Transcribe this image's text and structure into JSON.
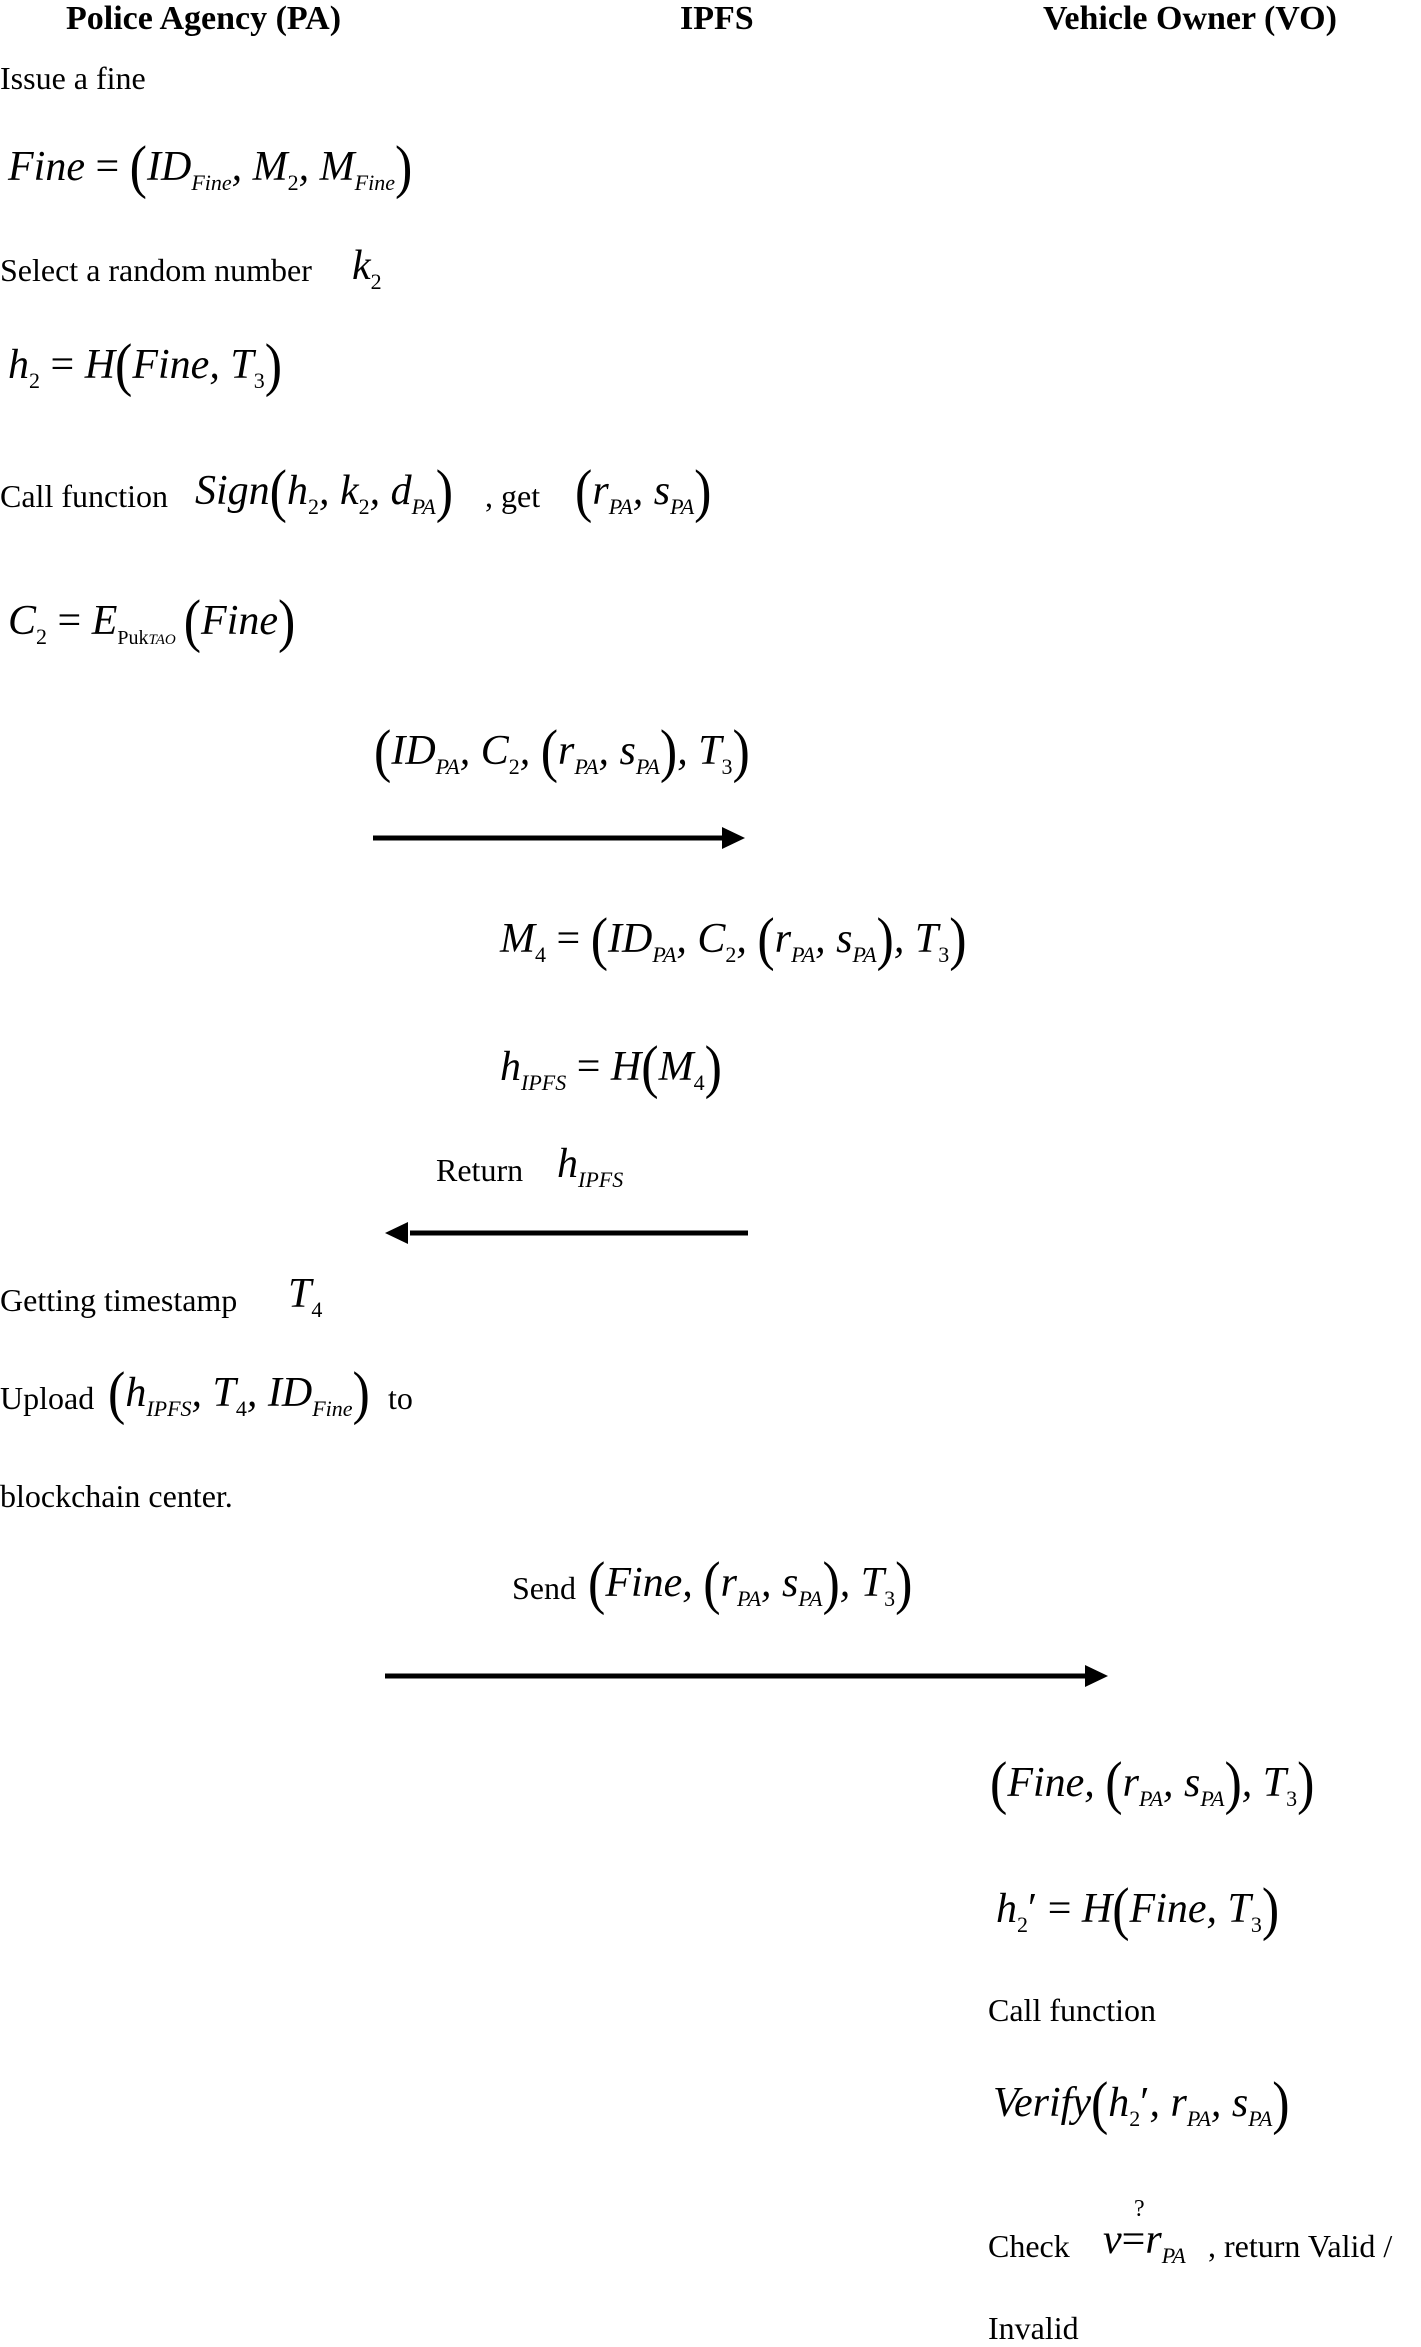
{
  "headers": {
    "pa": "Police Agency (PA)",
    "ipfs": "IPFS",
    "vo": "Vehicle Owner (VO)"
  },
  "pa_steps": {
    "issue": "Issue a fine",
    "fine_eq": "Fine = (ID_Fine, M_2, M_Fine)",
    "select_random": "Select a random number",
    "k2": "k_2",
    "h2_eq": "h_2 = H(Fine, T_3)",
    "call_prefix": "Call function",
    "sign_expr": "Sign(h_2, k_2, d_PA)",
    "get_text": ", get",
    "rs_pair": "(r_PA, s_PA)",
    "c2_eq": "C_2 = E_Puk_TAO(Fine)",
    "getting_timestamp": "Getting timestamp",
    "t4": "T_4",
    "upload_prefix": "Upload",
    "upload_expr": "(h_IPFS, T_4, ID_Fine)",
    "upload_suffix": "to",
    "blockchain": "blockchain center."
  },
  "messages": {
    "pa_to_ipfs": "(ID_PA, C_2, (r_PA, s_PA), T_3)",
    "return_text": "Return",
    "return_val": "h_IPFS",
    "send_text": "Send",
    "send_expr": "(Fine, (r_PA, s_PA), T_3)"
  },
  "ipfs_steps": {
    "m4_eq": "M_4 = (ID_PA, C_2, (r_PA, s_PA), T_3)",
    "hipfs_eq": "h_IPFS = H(M_4)"
  },
  "vo_steps": {
    "received": "(Fine, (r_PA, s_PA), T_3)",
    "h2prime_eq": "h_2' = H(Fine, T_3)",
    "call_function": "Call function",
    "verify_expr": "Verify(h_2', r_PA, s_PA)",
    "check_prefix": "Check",
    "check_expr": "v =? r_PA",
    "check_suffix": ", return Valid /",
    "invalid": "Invalid"
  }
}
